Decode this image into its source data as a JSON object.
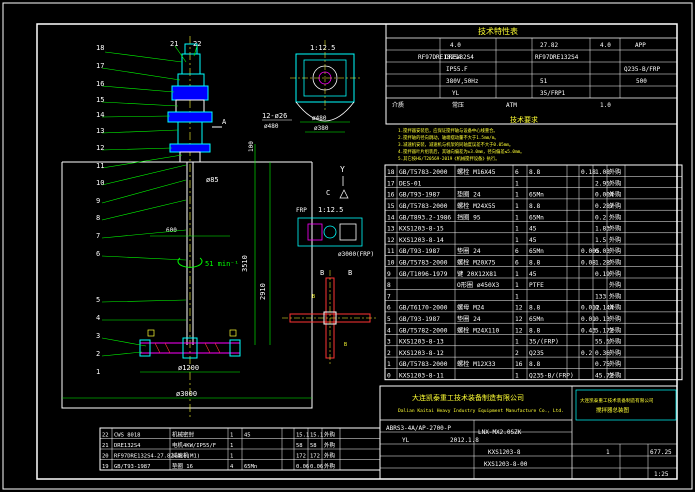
{
  "drawing": {
    "balloons": [
      "18",
      "21",
      "22",
      "17",
      "16",
      "15",
      "14",
      "13",
      "12",
      "11",
      "10",
      "9",
      "8",
      "7",
      "6",
      "5",
      "4",
      "3",
      "2",
      "1"
    ],
    "top_view_scale": "1:12.5",
    "top_view_dim": "ø480",
    "top_view_dim2": "ø380",
    "tag_bolt": "12-ø26",
    "tag_flange": "ø480",
    "section_a": "A",
    "speed_label": "51 min⁻¹",
    "dim_shaft": "ø85",
    "dim_mid": "ø100",
    "dim_imp": "ø1200",
    "dim_tank": "ø3000",
    "dim_height1": "3510",
    "dim_height2": "2910",
    "dim_top": "600",
    "dim_bot": "100",
    "section_y": "Y",
    "detail_c": "C",
    "detail_c_scale": "1:12.5",
    "frp_label": "FRP",
    "frp_sub": "ø3000(FRP)",
    "bb_label_l": "B",
    "bb_label_r": "B",
    "bb_b1": "B",
    "bb_b2": "B"
  },
  "tech_params": {
    "title": "技术特性表",
    "rows": [
      [
        "4.0",
        "DRE132S4",
        "27.82",
        "4.0",
        "APP"
      ],
      [
        "IP55.F",
        "RF97DRE132S4",
        "Q235-B/FRP"
      ],
      [
        "380V,50Hz",
        "51",
        "500"
      ],
      [
        "YL",
        "35/FRP1"
      ],
      [
        "介质",
        "常压",
        "ATM",
        "1.0"
      ]
    ]
  },
  "requirements": {
    "title": "技术要求",
    "lines": [
      "1.搅拌器安装后，应保证搅拌轴与设备中心线重合。",
      "2.搅拌轴的径向跳动，轴端摆动量不大于1.5mm/m。",
      "3.减速机安装，减速机与机架的同轴度误差不大于0.05mm。",
      "4.搅拌器叶片组装后，其轴向偏差为±3.0mm，径向偏差≤5.0mm。",
      "5.其它按HG/T20569-2019《机械搅拌设备》执行。"
    ]
  },
  "bom": [
    [
      "18",
      "GB/T5783-2000",
      "螺栓 M16X45",
      "6",
      "8.8",
      "",
      "0.18",
      "1.08",
      "外购"
    ],
    [
      "17",
      "DES-01",
      "",
      "1",
      "",
      "",
      "",
      "2.95",
      "外购"
    ],
    [
      "16",
      "GB/T93-1987",
      "垫圈 24",
      "1",
      "65Mn",
      "",
      "",
      "0.004",
      "外购"
    ],
    [
      "15",
      "GB/T5783-2000",
      "螺栓 M24X55",
      "1",
      "8.8",
      "",
      "",
      "0.287",
      "外购"
    ],
    [
      "14",
      "GB/T893.2-1986",
      "挡圈 95",
      "1",
      "65Mn",
      "",
      "",
      "0.2",
      "外购"
    ],
    [
      "13",
      "KXS1203-8-15",
      "",
      "1",
      "45",
      "",
      "",
      "1.83",
      "外购"
    ],
    [
      "12",
      "KXS1203-8-14",
      "",
      "1",
      "45",
      "",
      "",
      "1.5",
      "外购"
    ],
    [
      "11",
      "GB/T93-1987",
      "垫圈 24",
      "6",
      "65Mn",
      "",
      "0.005",
      "0.03",
      "外购"
    ],
    [
      "10",
      "GB/T5783-2000",
      "螺栓 M20X75",
      "6",
      "8.8",
      "",
      "0.08",
      "1.28",
      "外购"
    ],
    [
      "9",
      "GB/T1096-1979",
      "键 20X12X81",
      "1",
      "45",
      "",
      "",
      "0.19",
      "外购"
    ],
    [
      "8",
      "",
      "O形圈 ø450X3",
      "1",
      "PTFE",
      "",
      "",
      "",
      "外购"
    ],
    [
      "7",
      "",
      "",
      "1",
      "",
      "",
      "",
      "133",
      "外购"
    ],
    [
      "6",
      "GB/T6170-2000",
      "螺母 M24",
      "12",
      "8.8",
      "",
      "0.012",
      "0.144",
      "外购"
    ],
    [
      "5",
      "GB/T93-1987",
      "垫圈 24",
      "12",
      "65Mn",
      "",
      "0.01",
      "0.13",
      "外购"
    ],
    [
      "4",
      "GB/T5782-2000",
      "螺栓 M24X110",
      "12",
      "8.8",
      "",
      "0.43",
      "5.172",
      "外购"
    ],
    [
      "3",
      "KXS1203-8-13",
      "",
      "1",
      "35/(FRP)",
      "",
      "",
      "55.5",
      "外购"
    ],
    [
      "2",
      "KXS1203-8-12",
      "",
      "2",
      "Q235",
      "",
      "0.2",
      "0.36",
      "外购"
    ],
    [
      "1",
      "GB/T5783-2000",
      "螺栓 M12X33",
      "16",
      "8.8",
      "",
      "",
      "0.75",
      "外购"
    ],
    [
      "0",
      "KXS1203-8-11",
      "",
      "1",
      "Q235-B/(FRP)",
      "",
      "",
      "45.72",
      "外购"
    ]
  ],
  "title_block": {
    "company": "大连凯泰重工技术装备制造有限公司",
    "company_en": "Dalian Kaitai Heavy Industry Equipment Manufacture Co., Ltd.",
    "drawing_no": "ABRS3-4A/AP-2700-P",
    "product": "LNX-MX2.0SZK",
    "type_code": "YL",
    "date": "2012.1.8",
    "code1": "KXS1203-8",
    "code2": "KXS1203-8-00",
    "scale": "1:25",
    "sheet": "1",
    "weight": "677.25",
    "right_title": "大连凯泰重工技术装备制造有限公司",
    "right_sub": "搅拌器总装图"
  },
  "small_bom": [
    [
      "22",
      "CWS 8018",
      "机械密封",
      "1",
      "45",
      "",
      "15.1",
      "15.1",
      "外购"
    ],
    [
      "21",
      "DRE132S4",
      "电机4KW/IP55/F",
      "1",
      "",
      "",
      "58",
      "58",
      "外购"
    ],
    [
      "20",
      "RF97DRE132S4-27.82-4.0(M1)",
      "减速机",
      "1",
      "",
      "",
      "172",
      "172",
      "外购"
    ],
    [
      "19",
      "GB/T93-1987",
      "垫圈 16",
      "4",
      "65Mn",
      "",
      "0.06",
      "0.06",
      "外购"
    ]
  ]
}
